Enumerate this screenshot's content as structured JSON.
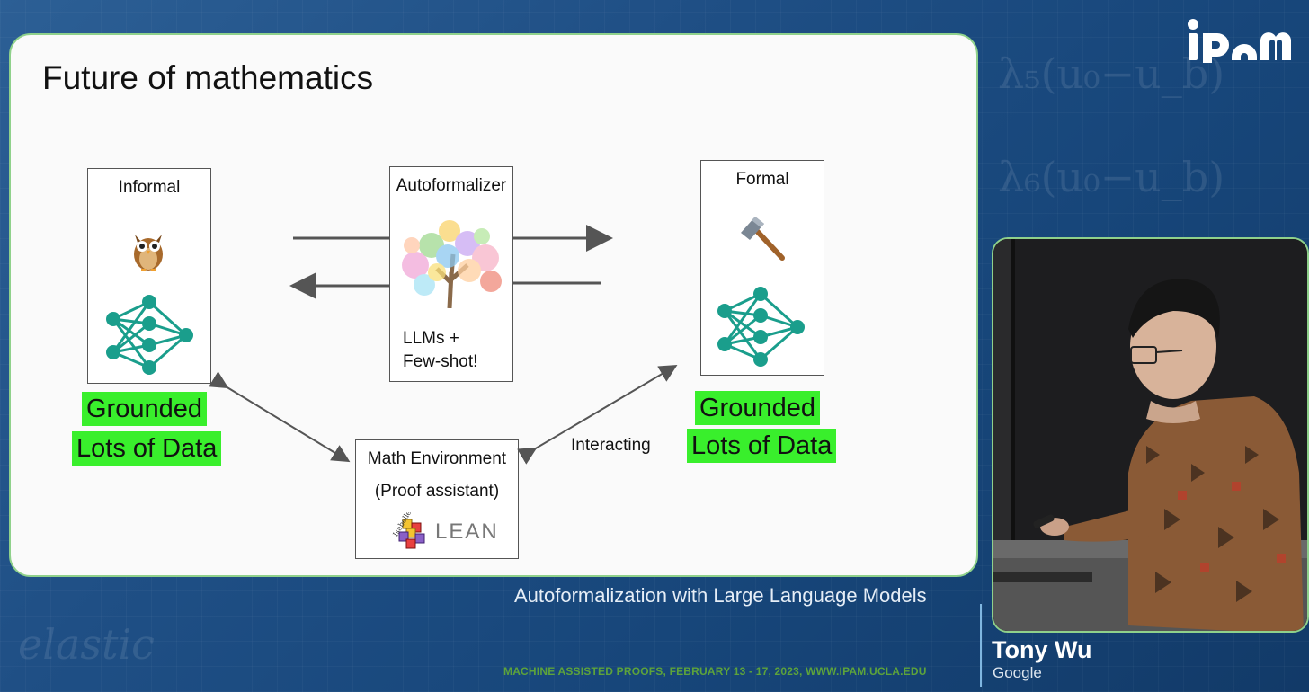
{
  "slide": {
    "title": "Future of mathematics",
    "informal": {
      "label": "Informal",
      "tags": [
        "Grounded",
        "Lots of Data"
      ]
    },
    "autoformalizer": {
      "label": "Autoformalizer",
      "note_line1": "LLMs +",
      "note_line2": "Few-shot!"
    },
    "formal": {
      "label": "Formal",
      "tags": [
        "Grounded",
        "Lots of Data"
      ]
    },
    "math_env": {
      "line1": "Math Environment",
      "line2": "(Proof assistant)",
      "logo_isabelle": "Isabelle",
      "logo_lean": "LEAN"
    },
    "interacting_label": "Interacting"
  },
  "talk": {
    "caption": "Autoformalization with Large Language Models",
    "footer": "MACHINE ASSISTED PROOFS, FEBRUARY 13 - 17, 2023, WWW.IPAM.UCLA.EDU",
    "speaker_name": "Tony Wu",
    "speaker_org": "Google",
    "logo_text": "ipam"
  },
  "colors": {
    "highlight": "#39ef2c",
    "network": "#1a9e8c",
    "background": "#1f4f85",
    "border_accent": "#8fd18b"
  },
  "icons": [
    "owl-icon",
    "hammer-icon",
    "neural-network-icon",
    "tree-icon",
    "isabelle-logo-icon",
    "lean-logo-icon",
    "ipam-logo"
  ]
}
